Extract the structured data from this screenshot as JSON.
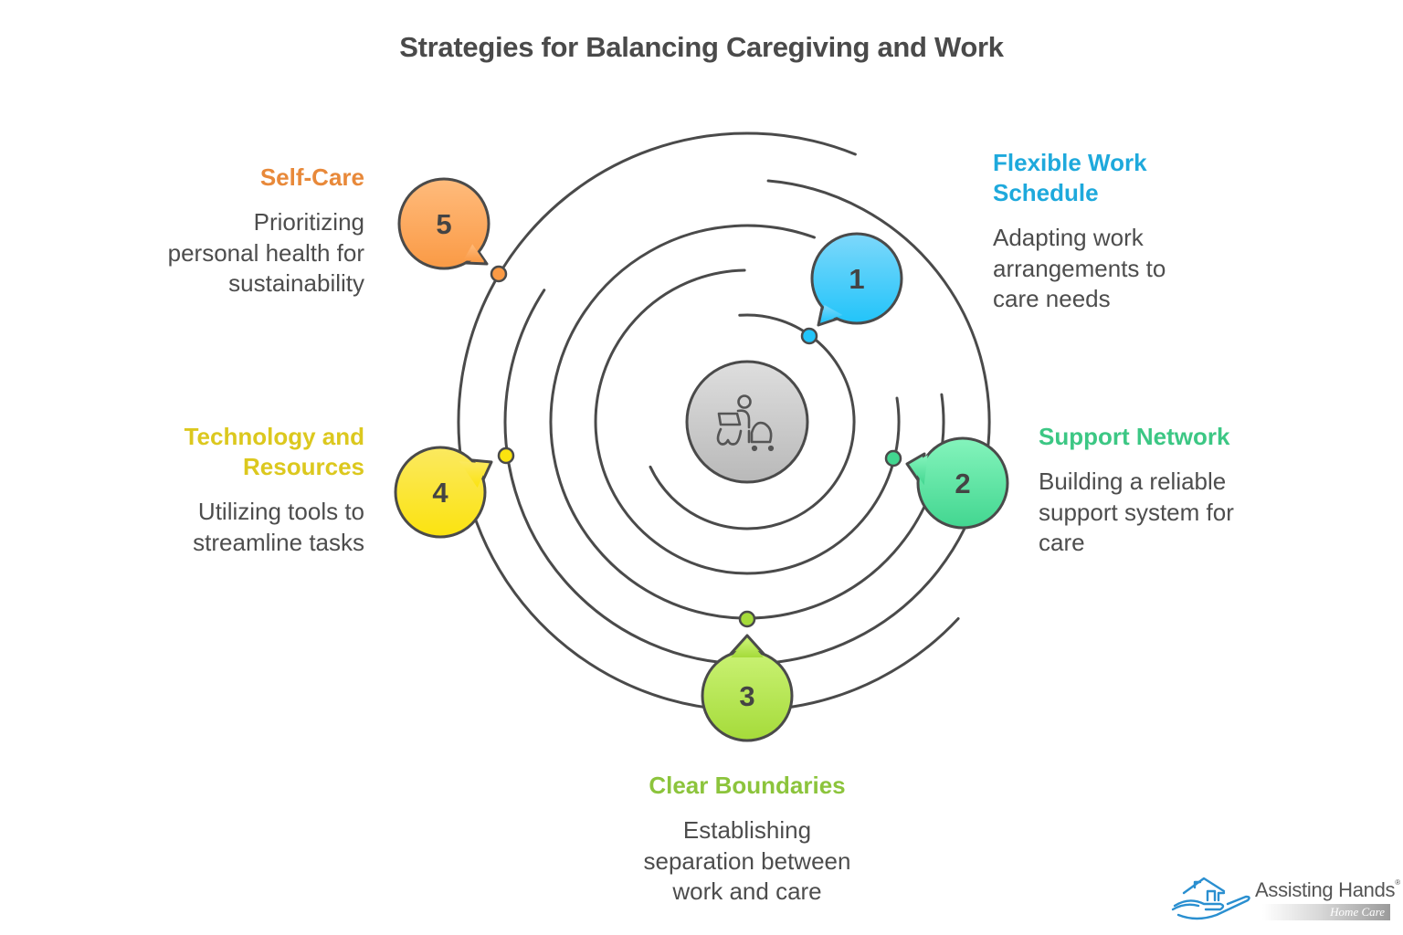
{
  "title": "Strategies for Balancing Caregiving and Work",
  "center_icon": "caregiver-working-laptop-stroller-icon",
  "stroke_color": "#4a4a4a",
  "steps": [
    {
      "number": "1",
      "heading": "Flexible Work Schedule",
      "heading_lines": [
        "Flexible Work",
        "Schedule"
      ],
      "description_lines": [
        "Adapting work",
        "arrangements to",
        "care needs"
      ],
      "color": "#1ea9dc",
      "bubble_top": "#7dd8fb",
      "bubble_bottom": "#22c4f9"
    },
    {
      "number": "2",
      "heading": "Support Network",
      "heading_lines": [
        "Support Network"
      ],
      "description_lines": [
        "Building a reliable",
        "support system for",
        "care"
      ],
      "color": "#3cc784",
      "bubble_top": "#84f4bc",
      "bubble_bottom": "#42d690"
    },
    {
      "number": "3",
      "heading": "Clear Boundaries",
      "heading_lines": [
        "Clear Boundaries"
      ],
      "description_lines": [
        "Establishing",
        "separation between",
        "work and care"
      ],
      "color": "#8cc43c",
      "bubble_top": "#caf274",
      "bubble_bottom": "#a5db3a"
    },
    {
      "number": "4",
      "heading": "Technology and Resources",
      "heading_lines": [
        "Technology and",
        "Resources"
      ],
      "description_lines": [
        "Utilizing tools to",
        "streamline tasks"
      ],
      "color": "#dcc81e",
      "bubble_top": "#fbe960",
      "bubble_bottom": "#fbe30f"
    },
    {
      "number": "5",
      "heading": "Self-Care",
      "heading_lines": [
        "Self-Care"
      ],
      "description_lines": [
        "Prioritizing",
        "personal health for",
        "sustainability"
      ],
      "color": "#e8893a",
      "bubble_top": "#ffbb7c",
      "bubble_bottom": "#fa9a45"
    }
  ],
  "logo": {
    "name": "Assisting Hands",
    "registered": "®",
    "tagline": "Home Care",
    "icon": "hand-holding-house-icon",
    "color": "#2a8fd0"
  }
}
